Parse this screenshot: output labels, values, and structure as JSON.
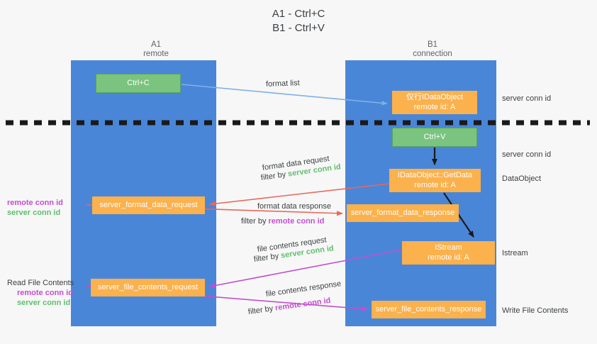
{
  "title": {
    "line1": "A1 - Ctrl+C",
    "line2": "B1 - Ctrl+V"
  },
  "lanes": [
    {
      "name": "A1",
      "subtitle": "remote"
    },
    {
      "name": "B1",
      "subtitle": "connection"
    }
  ],
  "boxes": {
    "ctrl_c": {
      "label": "Ctrl+C",
      "color": "#7ac47f"
    },
    "ctrl_v": {
      "label": "Ctrl+V",
      "color": "#7ac47f"
    },
    "idataobject": {
      "line1": "仅行IDataObject",
      "line2": "remote id: A",
      "color": "#fbb14c"
    },
    "getdata": {
      "line1": "IDataObject::GetData",
      "line2": "remote id: A",
      "color": "#fbb14c"
    },
    "istream": {
      "line1": "IStream",
      "line2": "remote id: A",
      "color": "#fbb14c"
    },
    "format_data_request": {
      "label": "server_format_data_request",
      "color": "#fbb14c"
    },
    "format_data_response": {
      "label": "server_format_data_response",
      "color": "#fbb14c"
    },
    "file_contents_request": {
      "label": "server_file_contents_request",
      "color": "#fbb14c"
    },
    "file_contents_response": {
      "label": "server_file_contents_response",
      "color": "#fbb14c"
    }
  },
  "edge_labels": {
    "format_list": "format list",
    "format_data_request": "format data request",
    "format_data_request_filter_prefix": "filter by ",
    "format_data_request_filter_key": "server conn id",
    "format_data_response": "format data response",
    "format_data_response_filter_prefix": "filter by ",
    "format_data_response_filter_key": "remote conn id",
    "file_contents_request": "file contents request",
    "file_contents_request_filter_prefix": "filter by ",
    "file_contents_request_filter_key": "server conn id",
    "file_contents_response": "file contents response",
    "file_contents_response_filter_prefix": "filter by ",
    "file_contents_response_filter_key": "remote conn id"
  },
  "side_labels": {
    "left_remote_conn_id": "remote conn id",
    "left_server_conn_id": "server conn id",
    "read_file_contents": "Read File Contents",
    "left2_remote_conn_id": "remote conn id",
    "left2_server_conn_id": "server conn id",
    "right_server_conn_id_top": "server conn id",
    "right_server_conn_id_mid": "server conn id",
    "data_object": "DataObject",
    "istream": "Istream",
    "write_file_contents": "Write File Contents"
  },
  "colors": {
    "lane": "#4a86d8",
    "green": "#5fbf6b",
    "magenta": "#c24fd0",
    "orange": "#fbb14c",
    "red_arrow": "#e8685a",
    "blue_arrow": "#7fb0e8",
    "black_arrow": "#1a1a1a",
    "background": "#f7f7f7"
  }
}
